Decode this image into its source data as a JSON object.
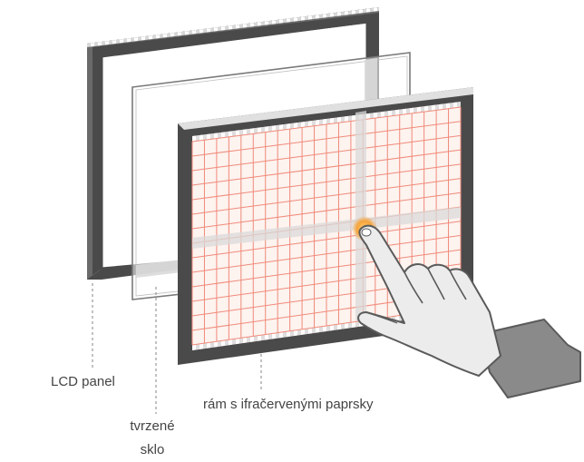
{
  "labels": {
    "lcd_panel": "LCD panel",
    "tempered_glass_line1": "tvrzené",
    "tempered_glass_line2": "sklo",
    "ir_frame": "rám s ifračervenými paprsky"
  },
  "colors": {
    "frame": "#4a4a4a",
    "frame_light": "#e6e6e6",
    "glass_edge": "#7a7a7a",
    "beam": "#f08a7a",
    "beam_grid": "#e05a4a",
    "shadow_beam": "#d9d9d9",
    "touch_glow": "#f7a33a",
    "hand_fill": "#e9e9e9",
    "hand_stroke": "#5a5a5a",
    "sleeve": "#8a8a8a",
    "leader_line": "#9a9a9a",
    "text": "#444444"
  },
  "icons": {
    "hand": "pointing-hand-icon",
    "touch_point": "touch-glow-icon"
  }
}
